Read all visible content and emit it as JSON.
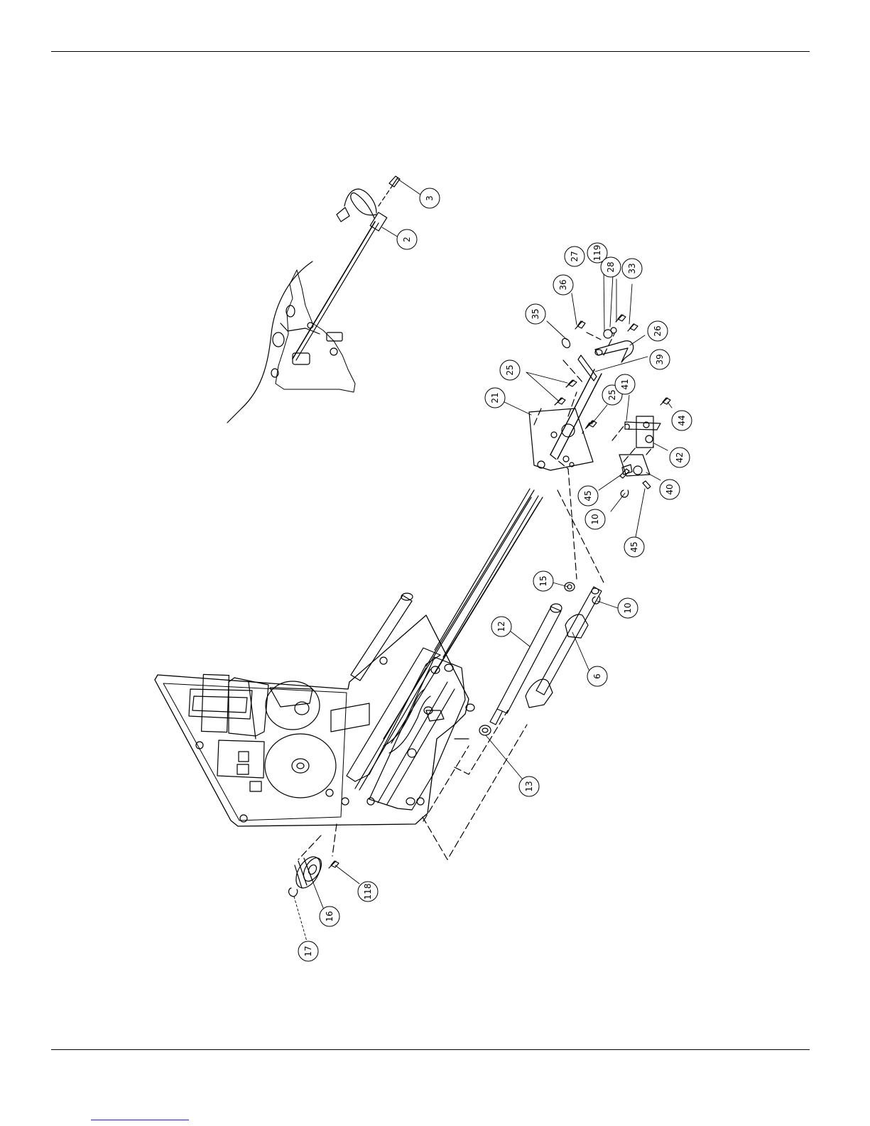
{
  "diagram": {
    "part_callouts": [
      {
        "id": "c3",
        "label": "3",
        "rotate": -90
      },
      {
        "id": "c2",
        "label": "2",
        "rotate": -90
      },
      {
        "id": "c119",
        "label": "119",
        "rotate": -90
      },
      {
        "id": "c27",
        "label": "27",
        "rotate": -90
      },
      {
        "id": "c28",
        "label": "28",
        "rotate": -90
      },
      {
        "id": "c33",
        "label": "33",
        "rotate": -90
      },
      {
        "id": "c36",
        "label": "36",
        "rotate": -90
      },
      {
        "id": "c35",
        "label": "35",
        "rotate": -90
      },
      {
        "id": "c26",
        "label": "26",
        "rotate": -90
      },
      {
        "id": "c39",
        "label": "39",
        "rotate": -90
      },
      {
        "id": "c25a",
        "label": "25",
        "rotate": -90
      },
      {
        "id": "c21",
        "label": "21",
        "rotate": -90
      },
      {
        "id": "c25b",
        "label": "25",
        "rotate": -90
      },
      {
        "id": "c41",
        "label": "41",
        "rotate": -90
      },
      {
        "id": "c44",
        "label": "44",
        "rotate": -90
      },
      {
        "id": "c42",
        "label": "42",
        "rotate": -90
      },
      {
        "id": "c45a",
        "label": "45",
        "rotate": -90
      },
      {
        "id": "c40",
        "label": "40",
        "rotate": -90
      },
      {
        "id": "c10a",
        "label": "10",
        "rotate": -90
      },
      {
        "id": "c45b",
        "label": "45",
        "rotate": -90
      },
      {
        "id": "c15",
        "label": "15",
        "rotate": -90
      },
      {
        "id": "c10b",
        "label": "10",
        "rotate": -90
      },
      {
        "id": "c12",
        "label": "12",
        "rotate": -90
      },
      {
        "id": "c6",
        "label": "6",
        "rotate": -90
      },
      {
        "id": "c13",
        "label": "13",
        "rotate": -90
      },
      {
        "id": "c118",
        "label": "118",
        "rotate": -90
      },
      {
        "id": "c16",
        "label": "16",
        "rotate": -90
      },
      {
        "id": "c17",
        "label": "17",
        "rotate": -90
      }
    ]
  }
}
